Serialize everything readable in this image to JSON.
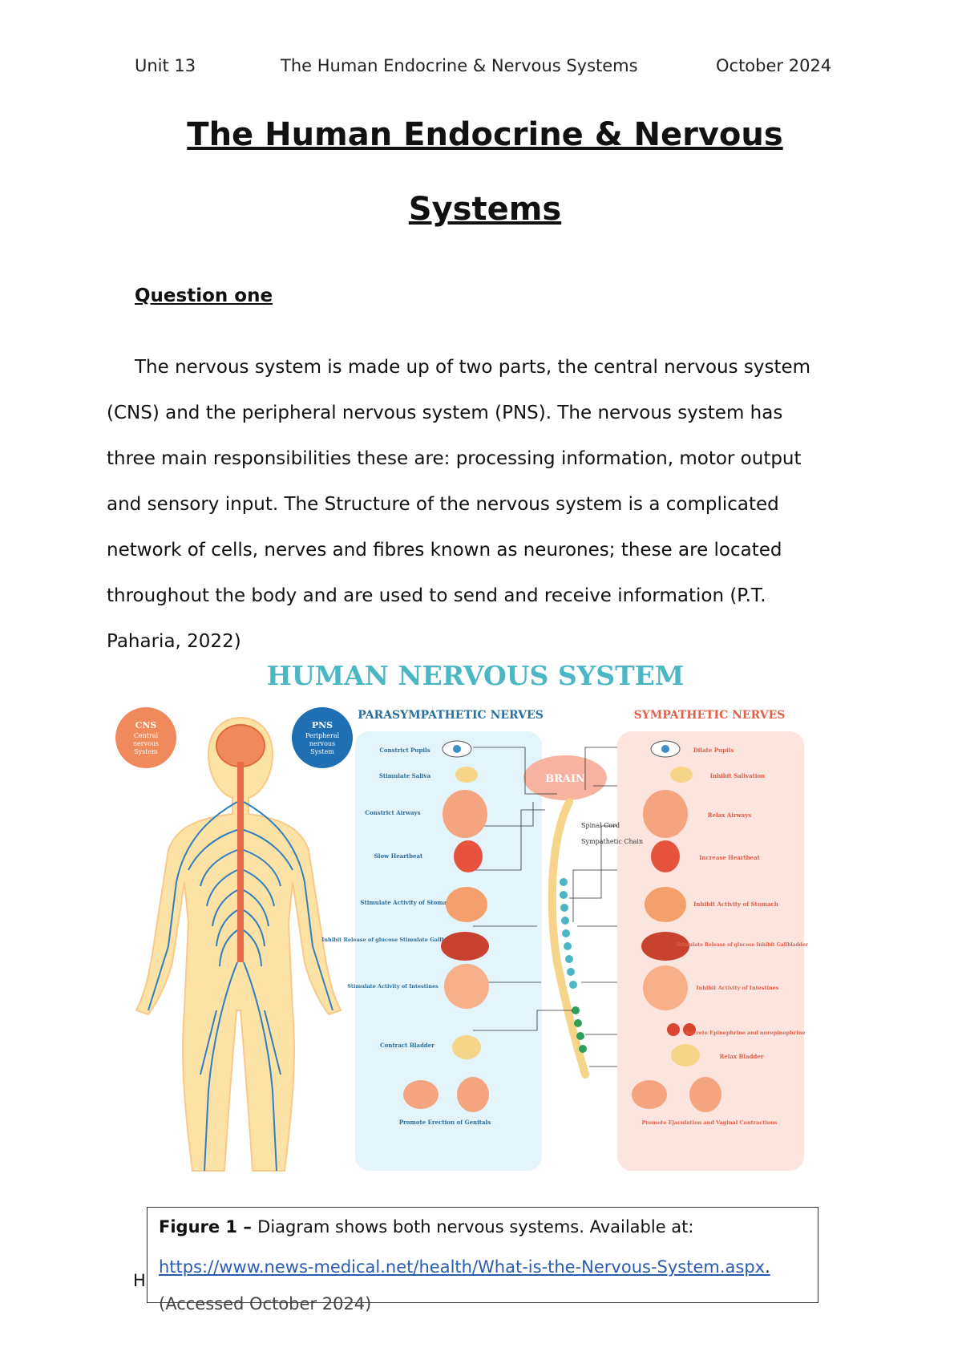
{
  "header": {
    "unit": "Unit 13",
    "title": "The Human Endocrine & Nervous Systems",
    "date": "October 2024"
  },
  "title": {
    "line1": "The Human Endocrine & Nervous",
    "line2": "Systems"
  },
  "section": {
    "heading": "Question one ",
    "paragraph_lines": [
      "The nervous system is made up of two parts, the central nervous system",
      "(CNS) and the peripheral nervous system (PNS).  The nervous system has",
      "three main responsibilities these are: processing information, motor output",
      "and sensory input. The Structure of the nervous system is a complicated",
      "network of cells, nerves and fibres known as neurones; these are located",
      "throughout the body and are used to send and receive information (P.T.",
      "Paharia, 2022)"
    ]
  },
  "figure": {
    "title": "HUMAN NERVOUS SYSTEM",
    "cns_badge": [
      "CNS",
      "Central",
      "nervous",
      "System"
    ],
    "pns_badge": [
      "PNS",
      "Peripheral",
      "nervous",
      "System"
    ],
    "brain_label": "BRAIN",
    "spinal_labels": [
      "Spinal Cord",
      "Sympathetic Chain"
    ],
    "parasympathetic": {
      "heading": "PARASYMPATHETIC NERVES",
      "items": [
        "Constrict Pupils",
        "Stimulate Saliva",
        "Constrict Airways",
        "Slow Heartbeat",
        "Stimulate Activity of Stomach",
        "Inhibit Release of glucose Stimulate Gallbladder",
        "Stimulate Activity of Intestines",
        "Contract Bladder",
        "Promote Erection of Genitals"
      ]
    },
    "sympathetic": {
      "heading": "SYMPATHETIC NERVES",
      "items": [
        "Dilate Pupils",
        "Inhibit Salivation",
        "Relax Airways",
        "Increase Heartbeat",
        "Inhibit Activity of Stomach",
        "Stimulate Release of glucose Inhibit Gallbladder",
        "Inhibit Activity of Intestines",
        "Secrete Epinephrine and norepinephrine",
        "Relax Bladder",
        "Promote Ejaculation and Vaginal Contractions"
      ]
    },
    "colors": {
      "title": "#4bb7c4",
      "para_heading": "#2a6f9e",
      "symp_heading": "#e1604a",
      "para_bg": "#e3f4fa",
      "symp_bg": "#fde5df",
      "cns_badge": "#f08a5d",
      "pns_badge": "#1f6fb2",
      "nerve": "#2f7fc0",
      "body": "#fde2a6"
    }
  },
  "caption": {
    "label": "Figure 1 – ",
    "text": "Diagram shows both nervous systems.  Available at:",
    "url": "https://www.news-medical.net/health/What-is-the-Nervous-System.aspx",
    "tail": ".",
    "cut_line": "(Accessed October 2024)"
  },
  "stray": "H"
}
